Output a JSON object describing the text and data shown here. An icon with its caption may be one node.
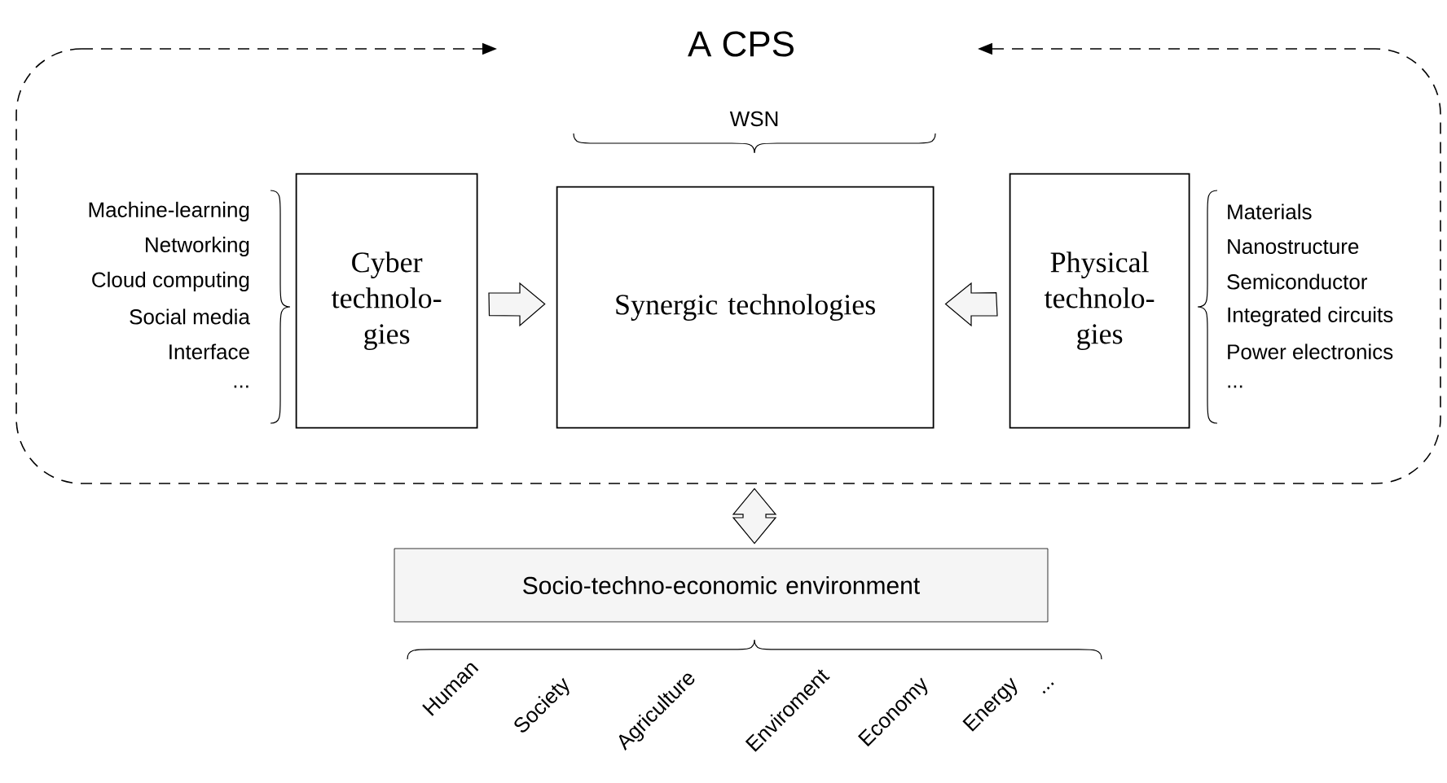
{
  "diagram": {
    "nodes": [
      {
        "text": [
          "A CPS"
        ]
      },
      {
        "text": [
          "Cyber technolo- gies"
        ],
        "in": 0
      },
      {
        "text": [
          "Synergic technologies"
        ],
        "in": 0
      },
      {
        "text": [
          "Physical technolo- gies"
        ],
        "in": 0
      },
      {
        "text": [
          "Socio-techno-economic environment"
        ]
      }
    ],
    "edges": [
      {
        "from": 1,
        "to": 2,
        "arrow": "to"
      },
      {
        "from": 3,
        "to": 2,
        "arrow": "to"
      },
      {
        "from": 0,
        "to": 4,
        "arrow": "both"
      }
    ],
    "labels": [
      "WSN",
      "Machine-learning",
      "Networking",
      "Cloud computing",
      "Social media",
      "Interface",
      "...",
      "Materials",
      "Nanostructure",
      "Semiconductor",
      "Integrated circuits",
      "Power electronics",
      "...",
      "Human",
      "Society",
      "Agriculture",
      "Enviroment",
      "Economy",
      "Energy",
      "..."
    ]
  }
}
